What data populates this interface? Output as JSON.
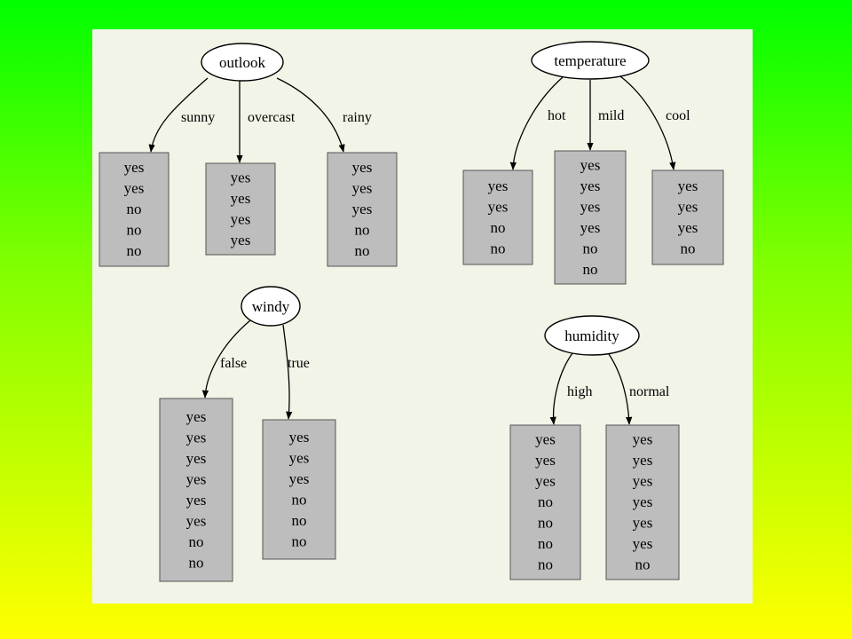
{
  "trees": [
    {
      "id": "outlook",
      "attribute": "outlook",
      "branches": [
        {
          "label": "sunny",
          "values": [
            "yes",
            "yes",
            "no",
            "no",
            "no"
          ]
        },
        {
          "label": "overcast",
          "values": [
            "yes",
            "yes",
            "yes",
            "yes"
          ]
        },
        {
          "label": "rainy",
          "values": [
            "yes",
            "yes",
            "yes",
            "no",
            "no"
          ]
        }
      ]
    },
    {
      "id": "temperature",
      "attribute": "temperature",
      "branches": [
        {
          "label": "hot",
          "values": [
            "yes",
            "yes",
            "no",
            "no"
          ]
        },
        {
          "label": "mild",
          "values": [
            "yes",
            "yes",
            "yes",
            "yes",
            "no",
            "no"
          ]
        },
        {
          "label": "cool",
          "values": [
            "yes",
            "yes",
            "yes",
            "no"
          ]
        }
      ]
    },
    {
      "id": "windy",
      "attribute": "windy",
      "branches": [
        {
          "label": "false",
          "values": [
            "yes",
            "yes",
            "yes",
            "yes",
            "yes",
            "yes",
            "no",
            "no"
          ]
        },
        {
          "label": "true",
          "values": [
            "yes",
            "yes",
            "yes",
            "no",
            "no",
            "no"
          ]
        }
      ]
    },
    {
      "id": "humidity",
      "attribute": "humidity",
      "branches": [
        {
          "label": "high",
          "values": [
            "yes",
            "yes",
            "yes",
            "no",
            "no",
            "no",
            "no"
          ]
        },
        {
          "label": "normal",
          "values": [
            "yes",
            "yes",
            "yes",
            "yes",
            "yes",
            "yes",
            "no"
          ]
        }
      ]
    }
  ],
  "colors": {
    "leaf_fill": "#bdbdbd",
    "panel_background": "#f1f4e6",
    "gradient_top": "#00ff00",
    "gradient_bottom": "#ffff00"
  }
}
